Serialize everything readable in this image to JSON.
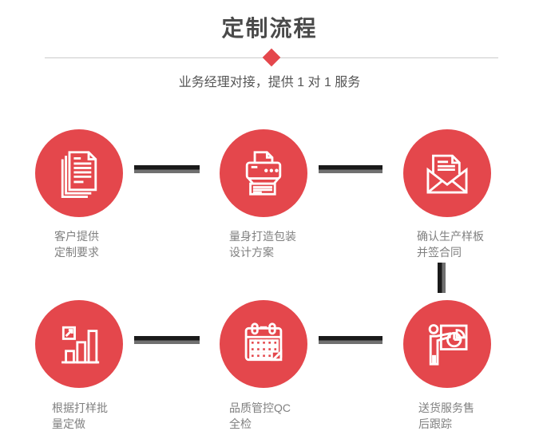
{
  "header": {
    "title": "定制流程",
    "subtitle": "业务经理对接，提供 1 对 1 服务"
  },
  "colors": {
    "accent_red": "#E4474C",
    "connector_dark": "#1A1A1A",
    "connector_gray": "#707070",
    "title_color": "#4A4A4A",
    "subtitle_color": "#555555",
    "label_color": "#808080",
    "divider_color": "#CCCCCC",
    "icon_stroke": "#FFFFFF"
  },
  "steps": [
    {
      "icon": "documents-icon",
      "label": "客户提供\n定制要求"
    },
    {
      "icon": "printer-icon",
      "label": "量身打造包装\n设计方案"
    },
    {
      "icon": "envelope-letter-icon",
      "label": "确认生产样板\n并签合同"
    },
    {
      "icon": "growth-bar-chart-icon",
      "label": "根据打样批\n量定做"
    },
    {
      "icon": "calendar-icon",
      "label": "品质管控QC\n全检"
    },
    {
      "icon": "presentation-icon",
      "label": "送货服务售\n后跟踪"
    }
  ]
}
